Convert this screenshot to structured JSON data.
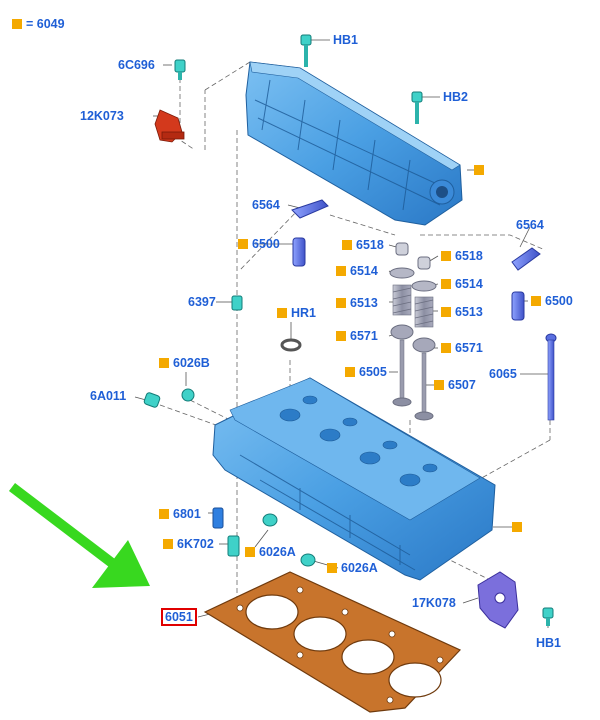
{
  "colors": {
    "label": "#1f5fd6",
    "marker": "#f4a900",
    "part_blue": "#4fa3e6",
    "part_blue_dark": "#2c7cc7",
    "gasket": "#c8742c",
    "arrow": "#38d81f",
    "highlight": "#e00000",
    "bracket": "#7b6fdc"
  },
  "icons": [
    "square-marker-icon",
    "green-arrow-icon"
  ],
  "legend": {
    "marker_text": "= 6049"
  },
  "labels": {
    "l6C696": "6C696",
    "l12K073": "12K073",
    "lHB1_top": "HB1",
    "lHB2": "HB2",
    "l6564_left": "6564",
    "l6564_right": "6564",
    "l6500_left": "6500",
    "l6500_right": "6500",
    "l6518_left": "6518",
    "l6518_right": "6518",
    "l6514_left": "6514",
    "l6514_right": "6514",
    "l6513_left": "6513",
    "l6513_right": "6513",
    "l6571_left": "6571",
    "l6571_right": "6571",
    "l6505": "6505",
    "l6507": "6507",
    "l6065": "6065",
    "l6397": "6397",
    "lHR1": "HR1",
    "l6026B": "6026B",
    "l6A011": "6A011",
    "l6801": "6801",
    "l6K702": "6K702",
    "l6026A_left": "6026A",
    "l6026A_right": "6026A",
    "l17K078": "17K078",
    "lHB1_bottom": "HB1",
    "l6051": "6051"
  }
}
